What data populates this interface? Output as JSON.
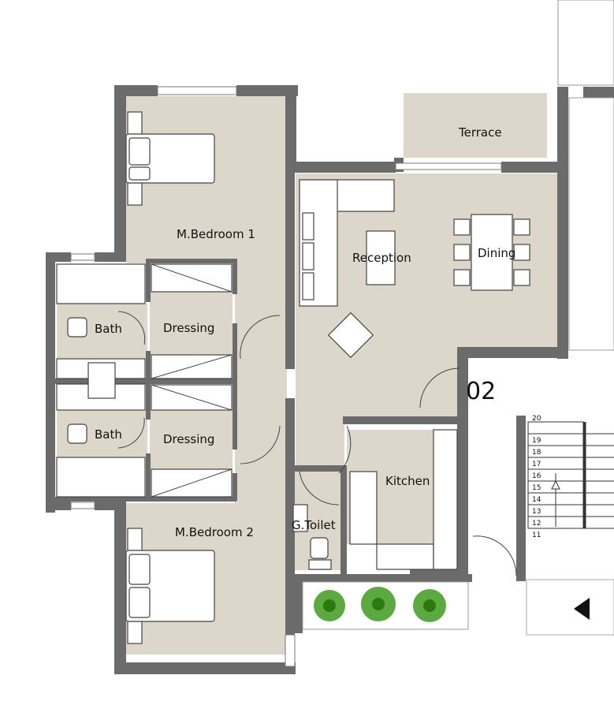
{
  "plan": {
    "unit_number": "02",
    "rooms": {
      "bedroom1": "M.Bedroom 1",
      "bedroom2": "M.Bedroom 2",
      "reception": "Reception",
      "dining": "Dining",
      "terrace": "Terrace",
      "kitchen": "Kitchen",
      "toilet": "G.Toilet",
      "bath1": "Bath",
      "bath2": "Bath",
      "dressing1": "Dressing",
      "dressing2": "Dressing"
    },
    "stair_steps": [
      "20",
      "19",
      "18",
      "17",
      "16",
      "15",
      "14",
      "13",
      "12",
      "11"
    ],
    "colors": {
      "wall": "#6b6b6b",
      "floor": "#ddd6ca",
      "plant": "#3e9a1e"
    }
  }
}
